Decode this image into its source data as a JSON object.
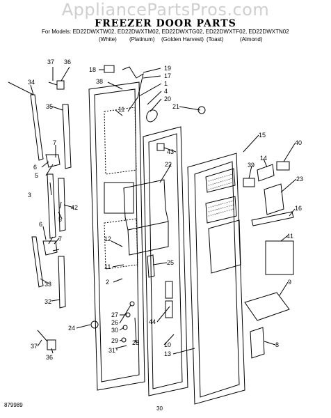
{
  "watermark": "AppliancePartsPros.com",
  "header": {
    "title": "FREEZER DOOR PARTS",
    "models_line": "For Models: ED22DWXTW02, ED22DWXTM02, ED22DWXTG02, ED22DWXTF02, ED22DWXTN02",
    "colors": [
      "(White)",
      "(Platinum)",
      "(Golden Harvest)",
      "(Toast)",
      "(Almond)"
    ]
  },
  "callouts": {
    "c1": "1",
    "c2": "2",
    "c3": "3",
    "c4": "4",
    "c5a": "5",
    "c5b": "5",
    "c6a": "6",
    "c6b": "6",
    "c7a": "7",
    "c7b": "7",
    "c8": "8",
    "c9": "9",
    "c10": "10",
    "c11a": "11",
    "c11b": "11",
    "c12": "12",
    "c13": "13",
    "c14": "14",
    "c15": "15",
    "c16": "16",
    "c17": "17",
    "c18": "18",
    "c19": "19",
    "c20": "20",
    "c21": "21",
    "c22": "22",
    "c23": "23",
    "c24": "24",
    "c25": "25",
    "c26": "26",
    "c27": "27",
    "c28": "28",
    "c29": "29",
    "c30": "30",
    "c31": "31",
    "c32": "32",
    "c33": "33",
    "c34": "34",
    "c35": "35",
    "c36a": "36",
    "c36b": "36",
    "c37a": "37",
    "c37b": "37",
    "c38": "38",
    "c39": "39",
    "c40": "40",
    "c41": "41",
    "c42": "42",
    "c43": "43",
    "c44": "44"
  },
  "footer": {
    "code": "879989",
    "page": "30"
  }
}
